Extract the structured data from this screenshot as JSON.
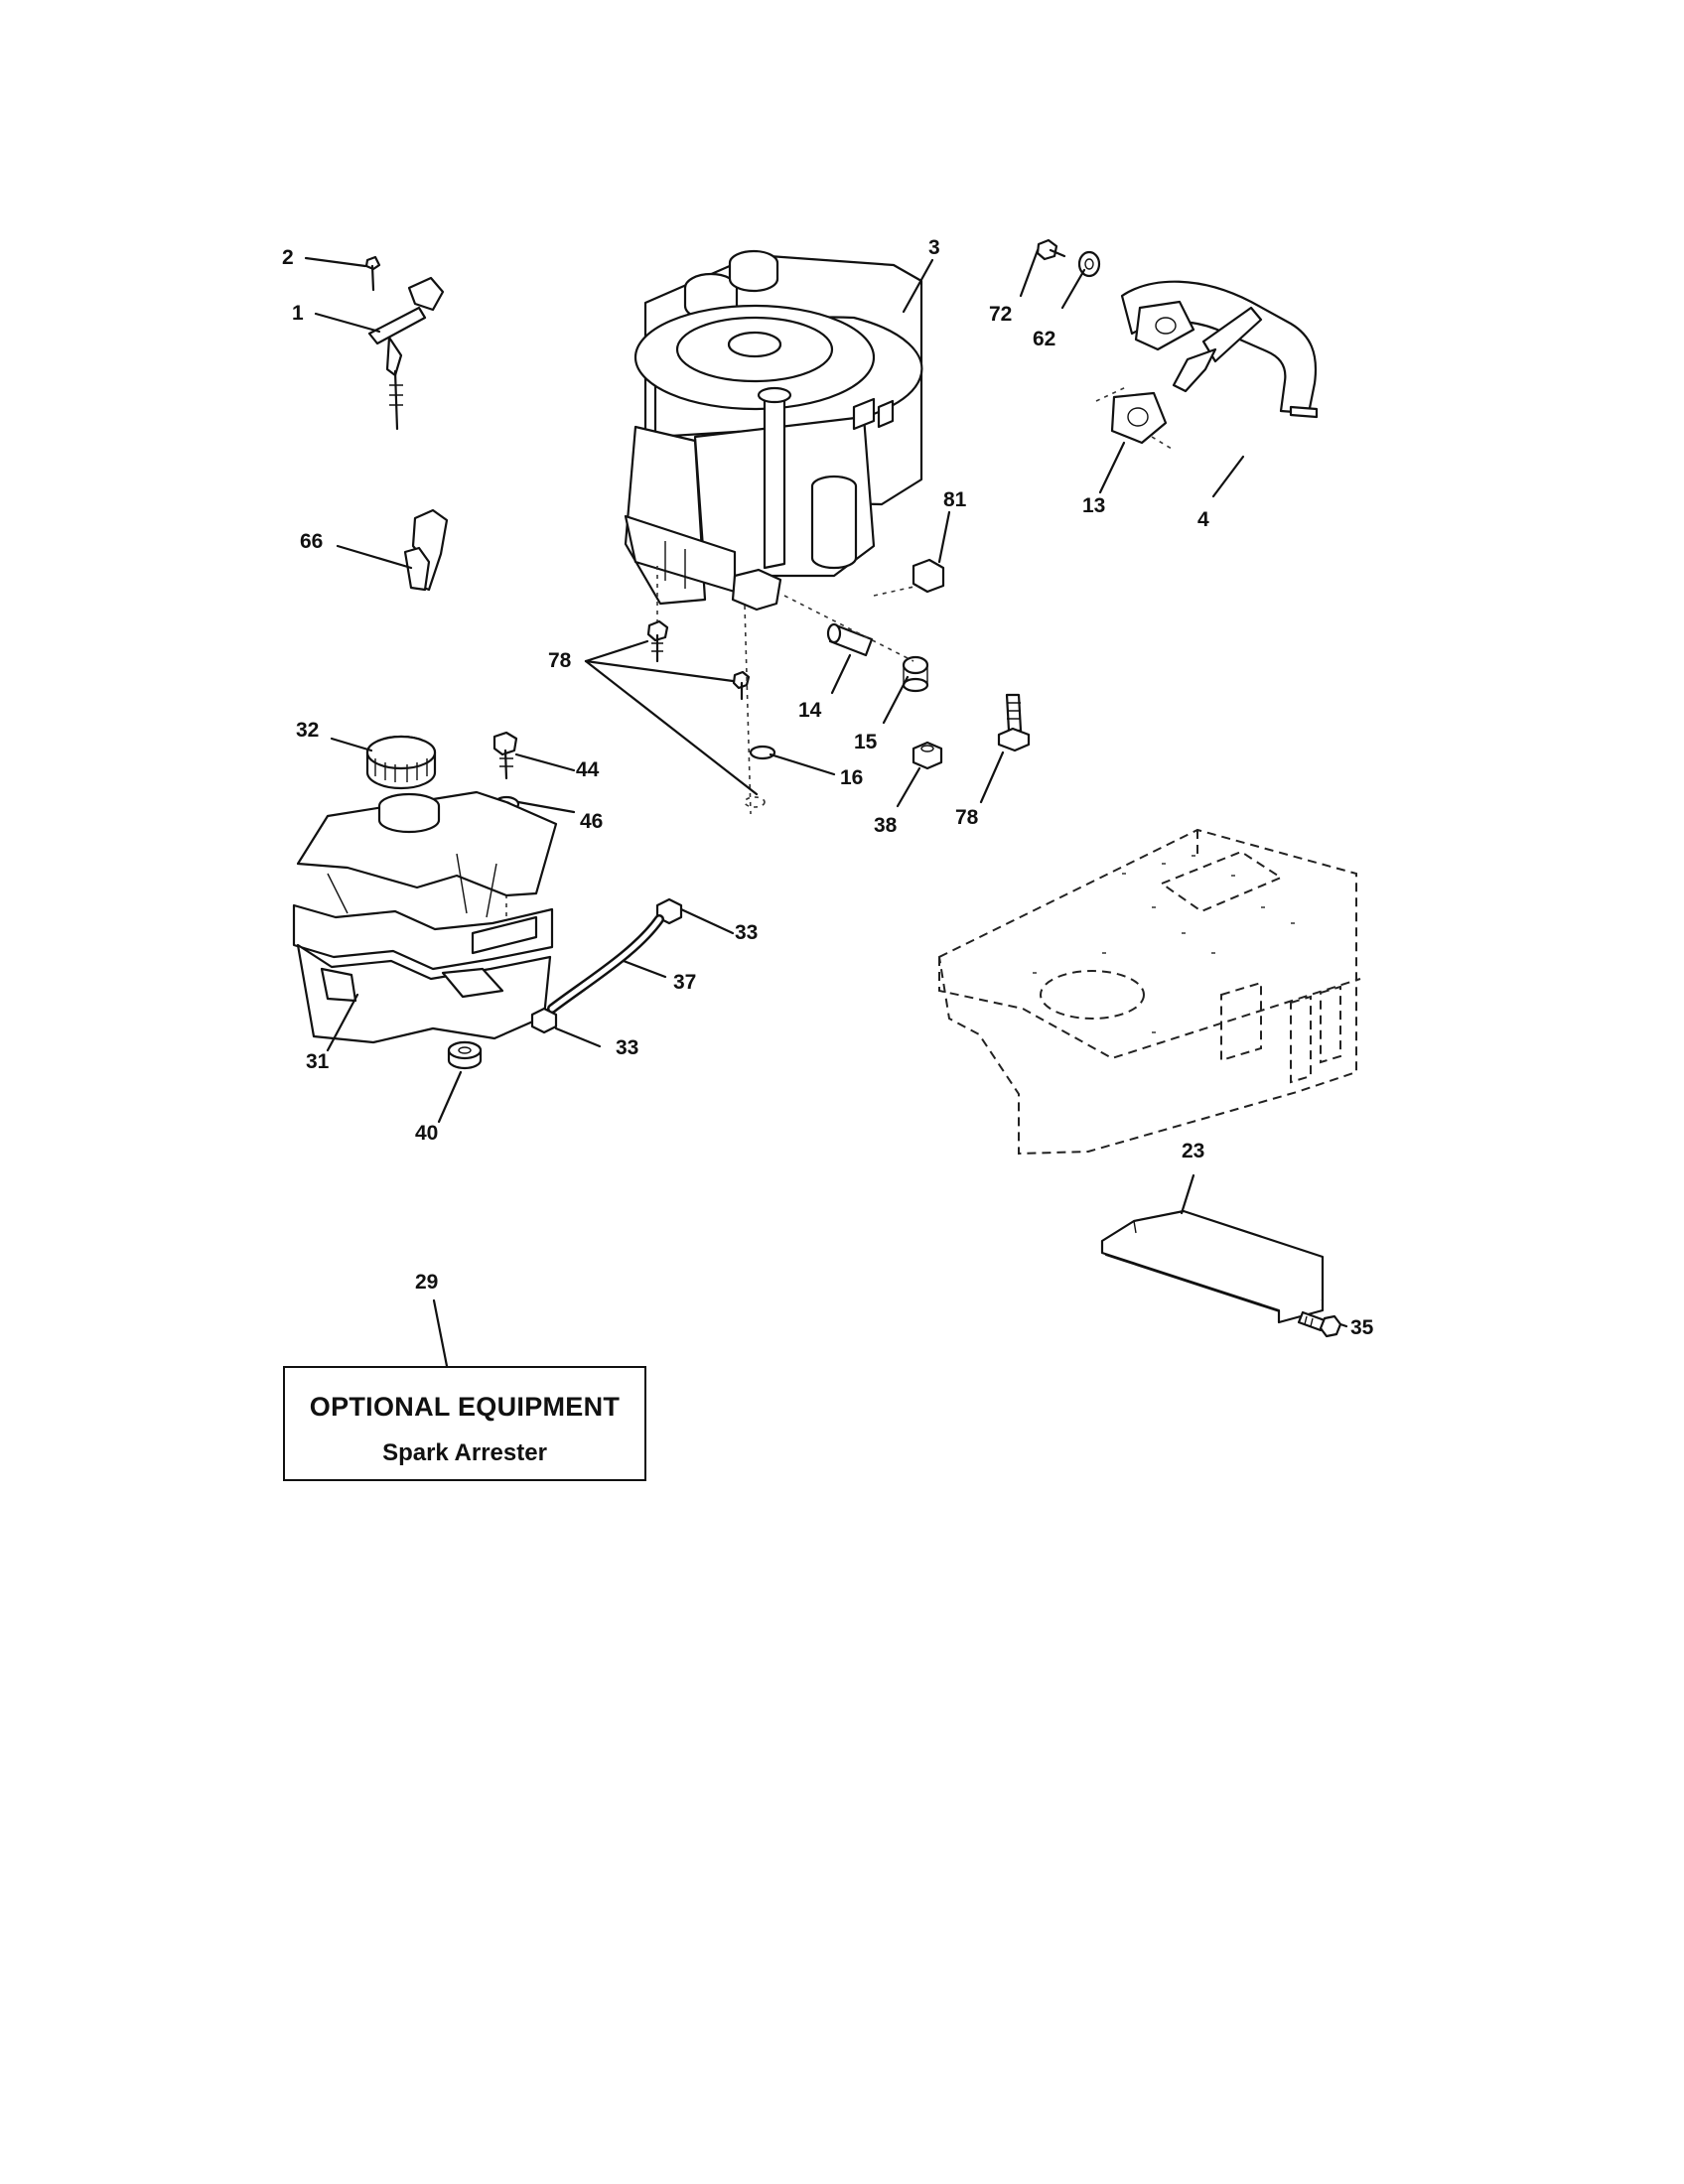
{
  "callouts": {
    "c1": "1",
    "c2": "2",
    "c3": "3",
    "c4": "4",
    "c13": "13",
    "c14": "14",
    "c15": "15",
    "c16": "16",
    "c23": "23",
    "c29": "29",
    "c31": "31",
    "c32": "32",
    "c33a": "33",
    "c33b": "33",
    "c35": "35",
    "c37": "37",
    "c38": "38",
    "c40": "40",
    "c44": "44",
    "c46": "46",
    "c62": "62",
    "c66": "66",
    "c72": "72",
    "c78a": "78",
    "c78b": "78",
    "c81": "81"
  },
  "optional_box": {
    "title": "OPTIONAL EQUIPMENT",
    "subtitle": "Spark Arrester"
  }
}
